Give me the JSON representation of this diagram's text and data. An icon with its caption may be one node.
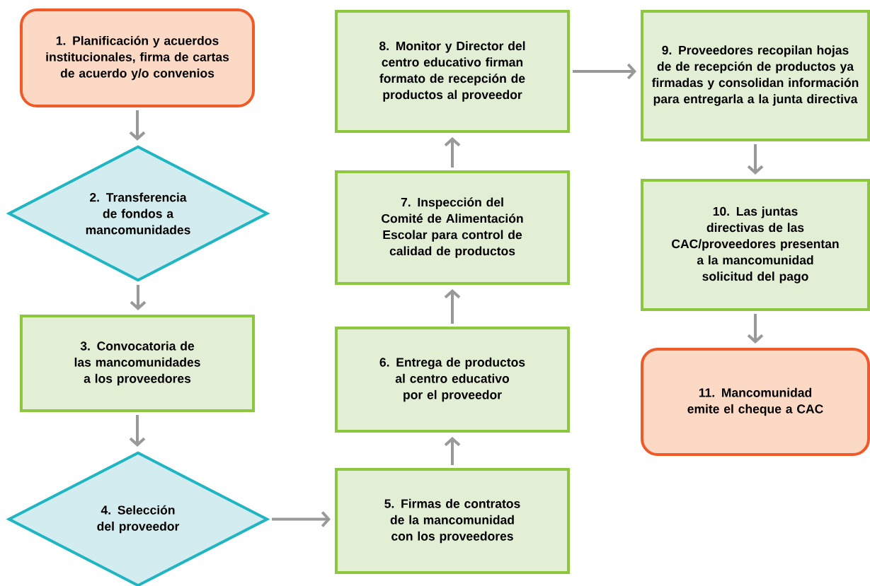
{
  "diagram": {
    "nodes": [
      {
        "text": [
          "1. Planificación y acuerdos institucionales, firma de cartas de acuerdo y/o convenios"
        ]
      },
      {
        "text": [
          "2. Transferencia de fondos a mancomunidades"
        ]
      },
      {
        "text": [
          "3. Convocatoria de las mancomunidades a los proveedores"
        ]
      },
      {
        "text": [
          "4. Selección del proveedor"
        ]
      },
      {
        "text": [
          "5. Firmas de contratos de la mancomunidad con los proveedores"
        ]
      },
      {
        "text": [
          "6. Entrega de productos al centro educativo por el proveedor"
        ]
      },
      {
        "text": [
          "7. Inspección del Comité de Alimentación Escolar para control de calidad de productos"
        ]
      },
      {
        "text": [
          "8. Monitor y Director del centro educativo firman formato de recepción de productos al proveedor"
        ]
      },
      {
        "text": [
          "9. Proveedores recopilan hojas de de recepción de productos ya firmadas y consolidan información para entregarla a la junta directiva"
        ]
      },
      {
        "text": [
          "10. Las juntas directivas de las CAC/proveedores presentan a la mancomunidad solicitud del pago"
        ]
      },
      {
        "text": [
          "11. Mancomunidad emite el cheque a CAC"
        ]
      }
    ],
    "edges": [
      {
        "from": 0,
        "to": 1,
        "arrow": "to"
      },
      {
        "from": 1,
        "to": 2,
        "arrow": "to"
      },
      {
        "from": 2,
        "to": 3,
        "arrow": "to"
      },
      {
        "from": 3,
        "to": 4,
        "arrow": "to"
      },
      {
        "from": 4,
        "to": 5,
        "arrow": "to"
      },
      {
        "from": 5,
        "to": 6,
        "arrow": "to"
      },
      {
        "from": 6,
        "to": 7,
        "arrow": "to"
      },
      {
        "from": 7,
        "to": 8,
        "arrow": "to"
      },
      {
        "from": 8,
        "to": 9,
        "arrow": "to"
      },
      {
        "from": 9,
        "to": 10,
        "arrow": "to"
      }
    ]
  }
}
